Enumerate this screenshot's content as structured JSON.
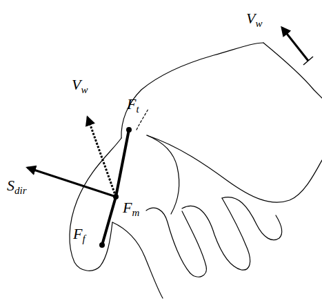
{
  "diagram": {
    "labels": [
      "Vw",
      "Ft",
      "Vw",
      "Sdir",
      "Fm",
      "Ff"
    ]
  }
}
